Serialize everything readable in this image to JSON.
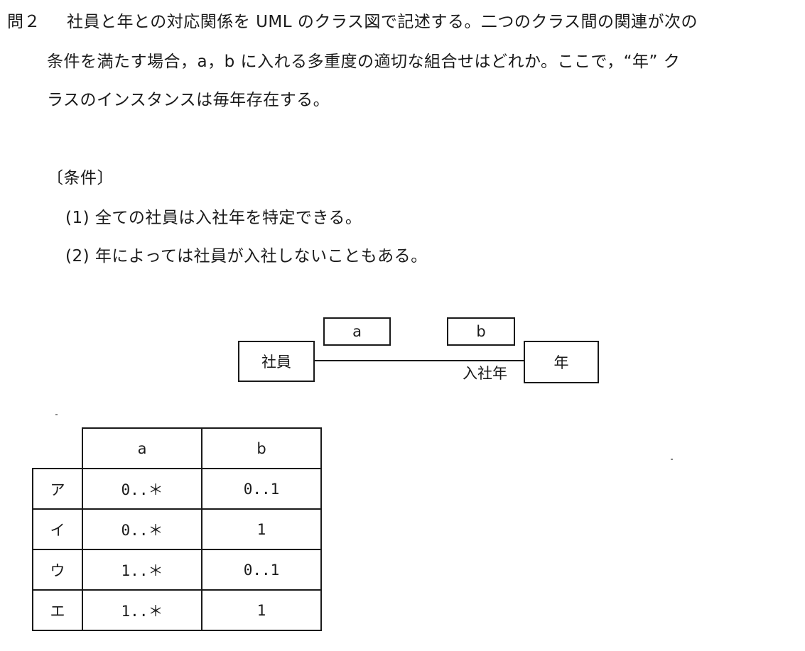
{
  "question": {
    "label": "問２",
    "line1": "社員と年との対応関係を UML のクラス図で記述する。二つのクラス間の関連が次の",
    "line2": "条件を満たす場合，a，b に入れる多重度の適切な組合せはどれか。ここで，“年” ク",
    "line3": "ラスのインスタンスは毎年存在する。"
  },
  "conditions": {
    "title": "〔条件〕",
    "items": [
      "(1) 全ての社員は入社年を特定できる。",
      "(2) 年によっては社員が入社しないこともある。"
    ]
  },
  "diagram": {
    "class_left": "社員",
    "class_right": "年",
    "multiplicity_a": "a",
    "multiplicity_b": "b",
    "role_name": "入社年"
  },
  "table": {
    "headers": [
      "",
      "a",
      "b"
    ],
    "rows": [
      {
        "label": "ア",
        "a": "0..＊",
        "b": "0..1"
      },
      {
        "label": "イ",
        "a": "0..＊",
        "b": "1"
      },
      {
        "label": "ウ",
        "a": "1..＊",
        "b": "0..1"
      },
      {
        "label": "エ",
        "a": "1..＊",
        "b": "1"
      }
    ]
  }
}
